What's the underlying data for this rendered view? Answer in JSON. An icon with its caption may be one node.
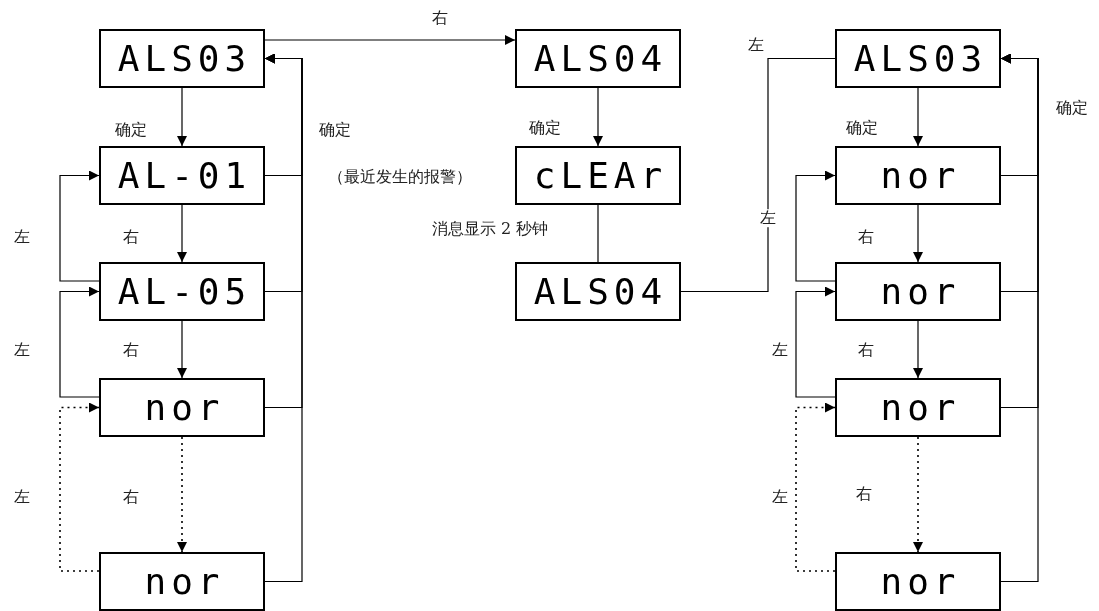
{
  "diagram": {
    "nodes": [
      {
        "text": [
          "ALS03"
        ]
      },
      {
        "text": [
          "AL-01"
        ]
      },
      {
        "text": [
          "AL-05"
        ]
      },
      {
        "text": [
          "nor"
        ]
      },
      {
        "text": [
          "nor"
        ]
      },
      {
        "text": [
          "ALS04"
        ]
      },
      {
        "text": [
          "cLEAr"
        ]
      },
      {
        "text": [
          "ALS04"
        ]
      },
      {
        "text": [
          "ALS03"
        ]
      },
      {
        "text": [
          "nor"
        ]
      },
      {
        "text": [
          "nor"
        ]
      },
      {
        "text": [
          "nor"
        ]
      },
      {
        "text": [
          "nor"
        ]
      }
    ],
    "edges": [
      {
        "from": 0,
        "to": 1,
        "arrow": "to",
        "label": "确定"
      },
      {
        "from": 1,
        "to": 2,
        "arrow": "to",
        "label": "右"
      },
      {
        "from": 2,
        "to": 3,
        "arrow": "to",
        "label": "右"
      },
      {
        "from": 3,
        "to": 4,
        "arrow": "to",
        "label": "右",
        "style": "dashed"
      },
      {
        "from": 2,
        "to": 1,
        "arrow": "to",
        "label": "左"
      },
      {
        "from": 3,
        "to": 2,
        "arrow": "to",
        "label": "左"
      },
      {
        "from": 4,
        "to": 3,
        "arrow": "to",
        "label": "左",
        "style": "dashed"
      },
      {
        "from": 1,
        "to": 0,
        "arrow": "to",
        "label": "确定"
      },
      {
        "from": 2,
        "to": 0,
        "arrow": "to"
      },
      {
        "from": 3,
        "to": 0,
        "arrow": "to"
      },
      {
        "from": 4,
        "to": 0,
        "arrow": "to"
      },
      {
        "from": 0,
        "to": 5,
        "arrow": "to",
        "label": "右"
      },
      {
        "from": 5,
        "to": 6,
        "arrow": "to",
        "label": "确定"
      },
      {
        "from": 6,
        "to": 7,
        "arrow": "none",
        "label": "消息显示 2 秒钟"
      },
      {
        "from": 7,
        "to": 8,
        "arrow": "none",
        "label": "左"
      },
      {
        "from": 8,
        "to": 9,
        "arrow": "to",
        "label": "确定"
      },
      {
        "from": 9,
        "to": 10,
        "arrow": "to",
        "label": "右"
      },
      {
        "from": 10,
        "to": 11,
        "arrow": "to",
        "label": "右"
      },
      {
        "from": 11,
        "to": 12,
        "arrow": "to",
        "label": "右",
        "style": "dashed"
      },
      {
        "from": 10,
        "to": 9,
        "arrow": "to",
        "label": "左"
      },
      {
        "from": 11,
        "to": 10,
        "arrow": "to",
        "label": "左"
      },
      {
        "from": 12,
        "to": 11,
        "arrow": "to",
        "label": "左",
        "style": "dashed"
      },
      {
        "from": 9,
        "to": 8,
        "arrow": "to",
        "label": "确定"
      },
      {
        "from": 10,
        "to": 8,
        "arrow": "to"
      },
      {
        "from": 11,
        "to": 8,
        "arrow": "to"
      },
      {
        "from": 12,
        "to": 8,
        "arrow": "to"
      }
    ],
    "labels": [
      "（最近发生的报警）"
    ]
  }
}
